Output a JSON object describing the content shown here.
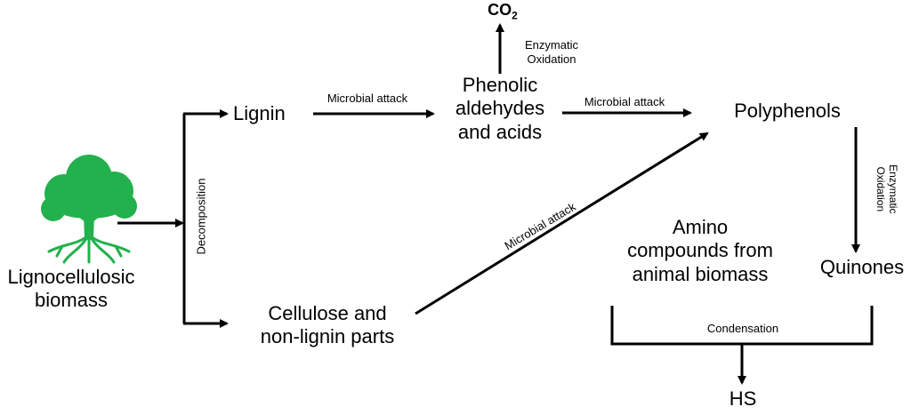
{
  "diagram": {
    "nodes": {
      "biomass": "Lignocellulosic\nbiomass",
      "lignin": "Lignin",
      "cellulose": "Cellulose and\nnon-lignin parts",
      "phenolic": "Phenolic\naldehydes\nand acids",
      "co2": "CO",
      "co2_sub": "2",
      "polyphenols": "Polyphenols",
      "amino": "Amino\ncompounds from\nanimal biomass",
      "quinones": "Quinones",
      "hs": "HS"
    },
    "edge_labels": {
      "decomposition": "Decomposition",
      "microbial_attack_1": "Microbial attack",
      "microbial_attack_2": "Microbial attack",
      "microbial_attack_diag": "Microbial attack",
      "enzymatic_oxidation_1": "Enzymatic\nOxidation",
      "enzymatic_oxidation_2": "Enzymatic\nOxidation",
      "condensation": "Condensation"
    },
    "icons": {
      "tree": "tree-icon"
    },
    "colors": {
      "tree": "#22B14C",
      "lines": "#000000",
      "text": "#000000"
    }
  }
}
